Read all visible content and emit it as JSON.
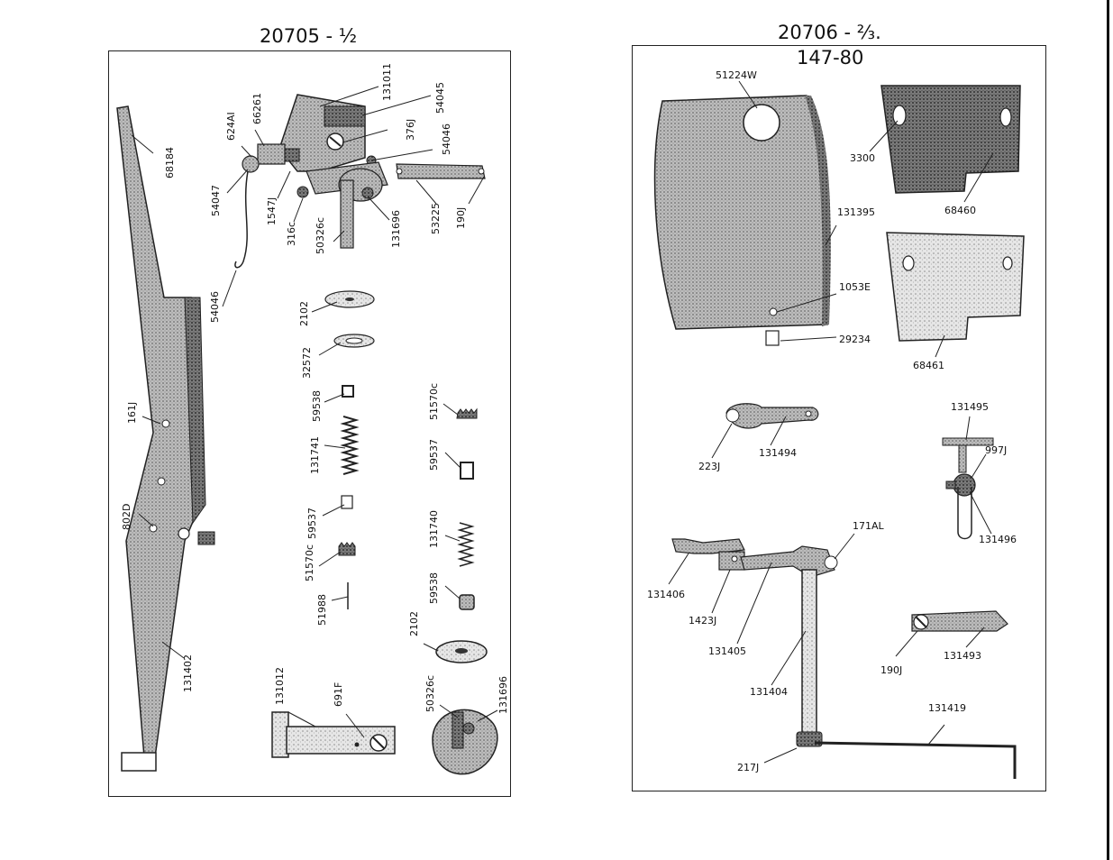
{
  "left_page": {
    "title": "20705 - ½",
    "part_labels": {
      "p131011": "131011",
      "p54045": "54045",
      "p376j": "376J",
      "p54046": "54046",
      "p66261": "66261",
      "p624a1": "624AI",
      "p54047": "54047",
      "p1547j": "1547J",
      "p316c": "316c",
      "p50326c_top": "50326c",
      "p131696_top": "131696",
      "p53225": "53225",
      "p190j": "190J",
      "p68184": "68184",
      "p54046b": "54046",
      "p2102_top": "2102",
      "p32572": "32572",
      "p59538_top": "59538",
      "p131741": "131741",
      "p515700_a": "51570c",
      "p59537_a": "59537",
      "p59537_b": "59537",
      "p515700_b": "51570c",
      "p131740": "131740",
      "p51988": "51988",
      "p59538_b": "59538",
      "p2102_b": "2102",
      "p161j": "161J",
      "p802d": "802D",
      "p131402": "131402",
      "p131012": "131012",
      "p691f": "691F",
      "p50326c_b": "50326c",
      "p131696_b": "131696"
    }
  },
  "right_page": {
    "title": "20706 - ⅔.",
    "subtitle": "147-80",
    "part_labels": {
      "p51224w": "51224W",
      "p3300": "3300",
      "p68460": "68460",
      "p131395": "131395",
      "p1053e": "1053E",
      "p29234": "29234",
      "p68461": "68461",
      "p223j": "223J",
      "p131494": "131494",
      "p131495": "131495",
      "p997j": "997J",
      "p131496": "131496",
      "p171al": "171AL",
      "p131406": "131406",
      "p1423j": "1423J",
      "p131405": "131405",
      "p131404": "131404",
      "p190j": "190J",
      "p131493": "131493",
      "p131419": "131419",
      "p217j": "217J"
    }
  }
}
